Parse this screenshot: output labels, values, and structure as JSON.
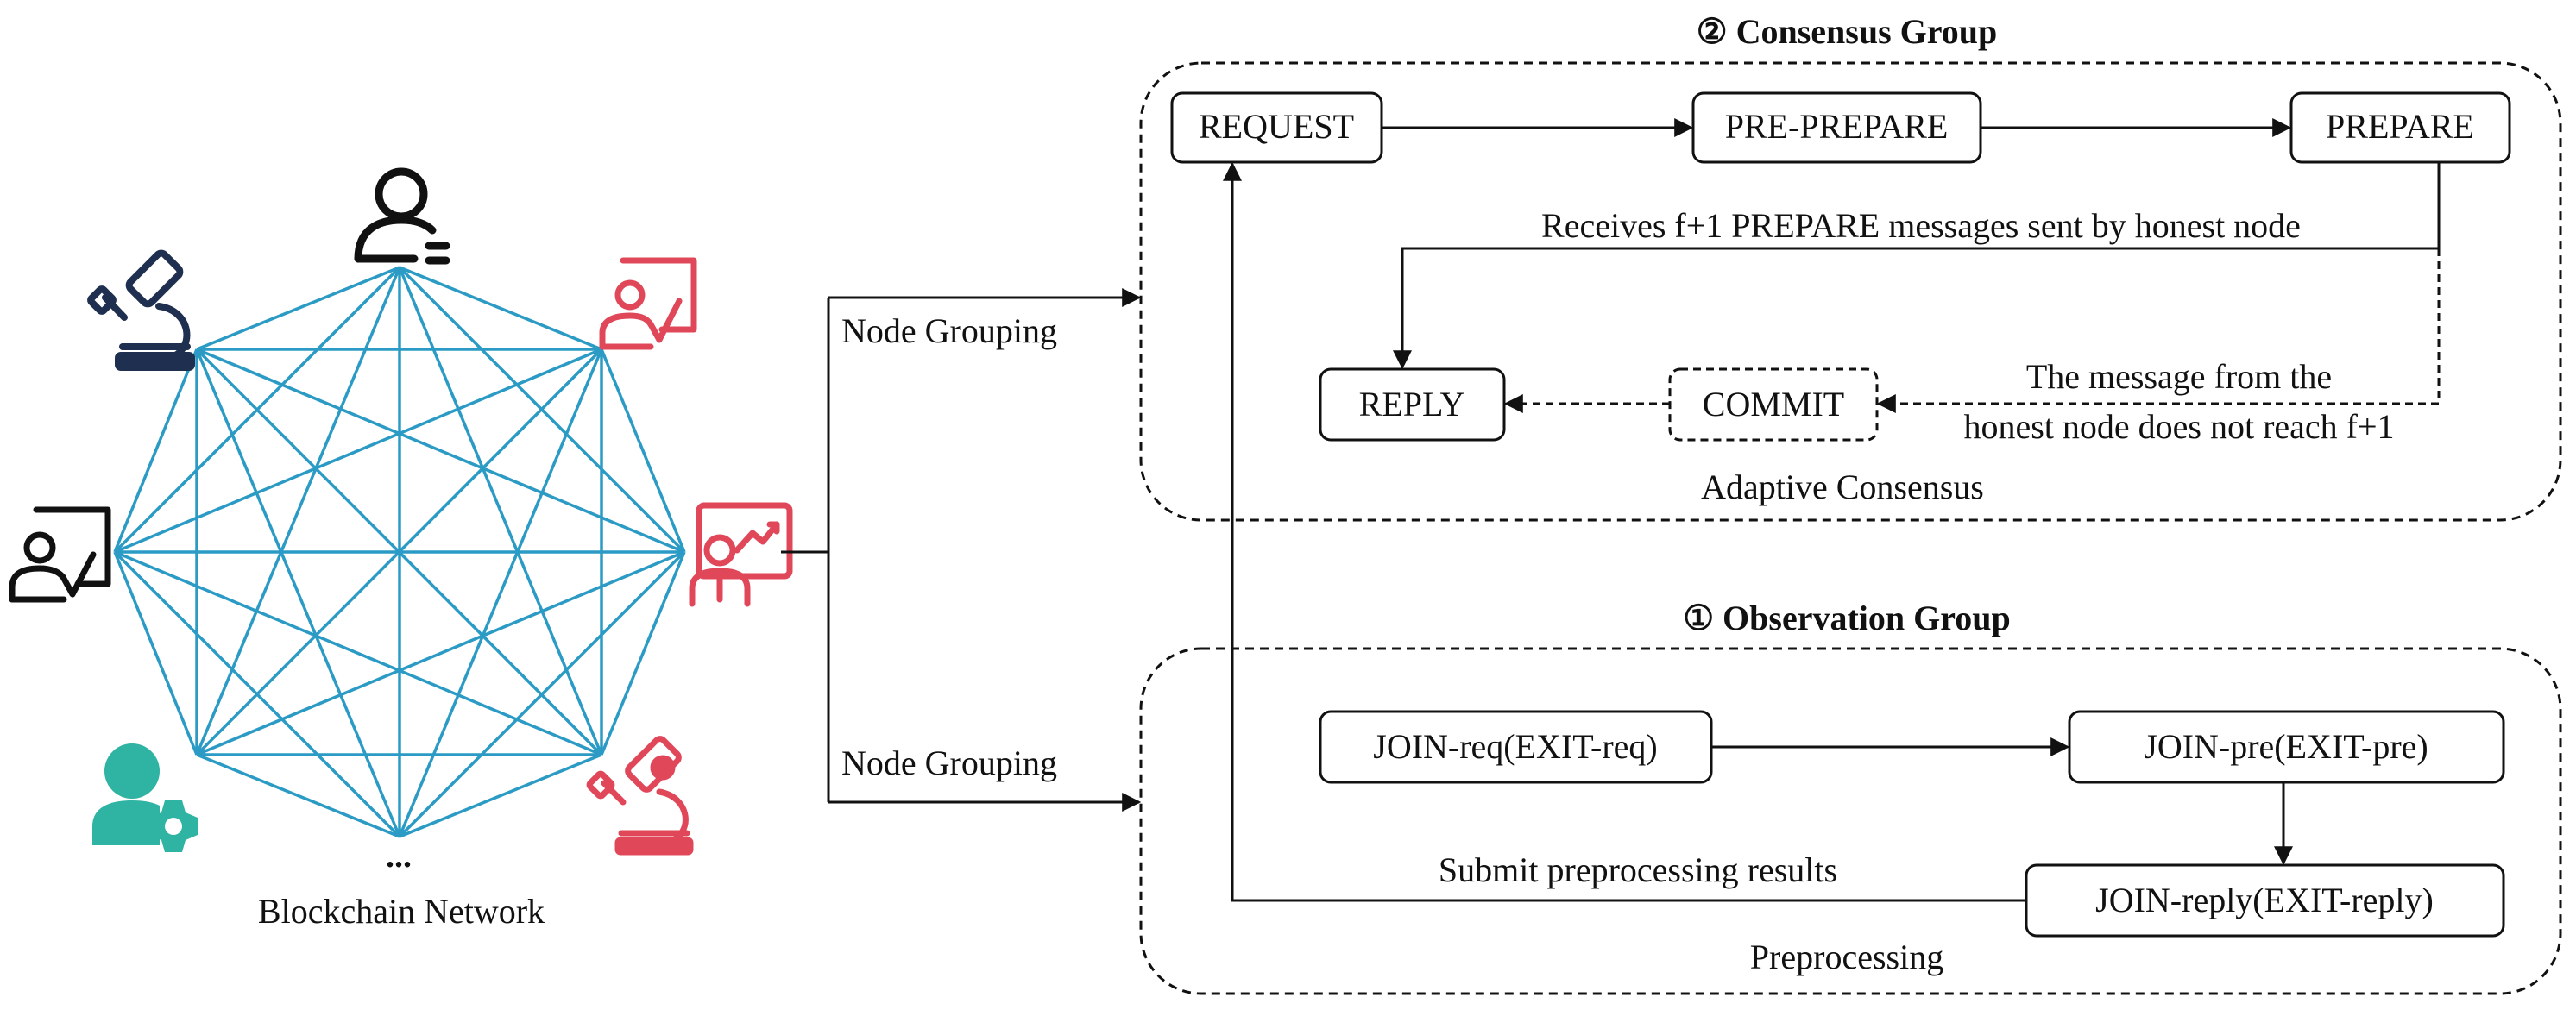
{
  "network": {
    "label": "Blockchain Network",
    "ellipsis": "..."
  },
  "grouping": {
    "upper_label": "Node Grouping",
    "lower_label": "Node Grouping"
  },
  "consensus_group": {
    "title": "② Consensus Group",
    "footer": "Adaptive Consensus",
    "request": "REQUEST",
    "pre_prepare": "PRE-PREPARE",
    "prepare": "PREPARE",
    "reply": "REPLY",
    "commit": "COMMIT",
    "prepare_to_reply_label": "Receives f+1 PREPARE messages sent by honest node",
    "commit_note_line1": "The message from the",
    "commit_note_line2": "honest node does not reach f+1"
  },
  "observation_group": {
    "title": "① Observation Group",
    "footer": "Preprocessing",
    "join_req": "JOIN-req(EXIT-req)",
    "join_pre": "JOIN-pre(EXIT-pre)",
    "join_reply": "JOIN-reply(EXIT-reply)",
    "submit_label": "Submit preprocessing results"
  },
  "colors": {
    "mesh": "#2b9bc5",
    "icon_navy": "#1f2f4f",
    "icon_red": "#e0485a",
    "icon_teal": "#2fb3a3",
    "icon_black": "#111111"
  },
  "icons": [
    "user-list-icon",
    "teacher-board-icon",
    "presenter-chart-icon",
    "microscope-icon",
    "user-gear-icon",
    "teacher-board-icon",
    "microscope-icon"
  ]
}
